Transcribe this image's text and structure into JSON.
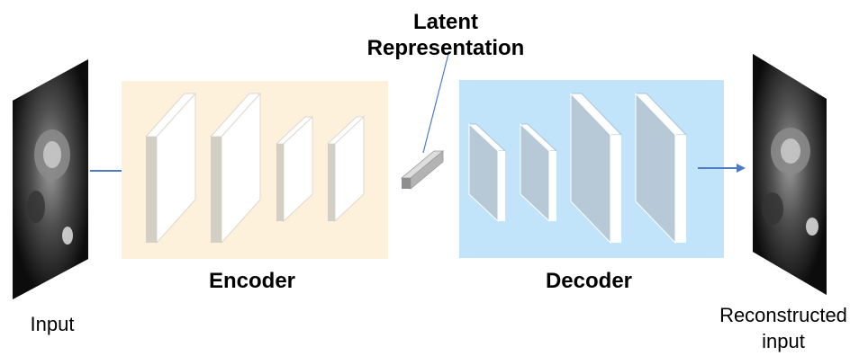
{
  "labels": {
    "latent": [
      "Latent",
      "Representation"
    ],
    "encoder": "Encoder",
    "decoder": "Decoder",
    "input": "Input",
    "reconstructed": [
      "Reconstructed",
      "input"
    ]
  },
  "colors": {
    "encoder_bg": "#fdf1dc",
    "decoder_bg": "#c2e4fb",
    "encoder_layer": "#d3cfc4",
    "decoder_layer": "#b7c9d6",
    "layer_edge": "#ffffff",
    "arrow": "#4d7cc4",
    "latent_pointer": "#4d7cc4",
    "latent_bar": "#b3b3b3"
  }
}
